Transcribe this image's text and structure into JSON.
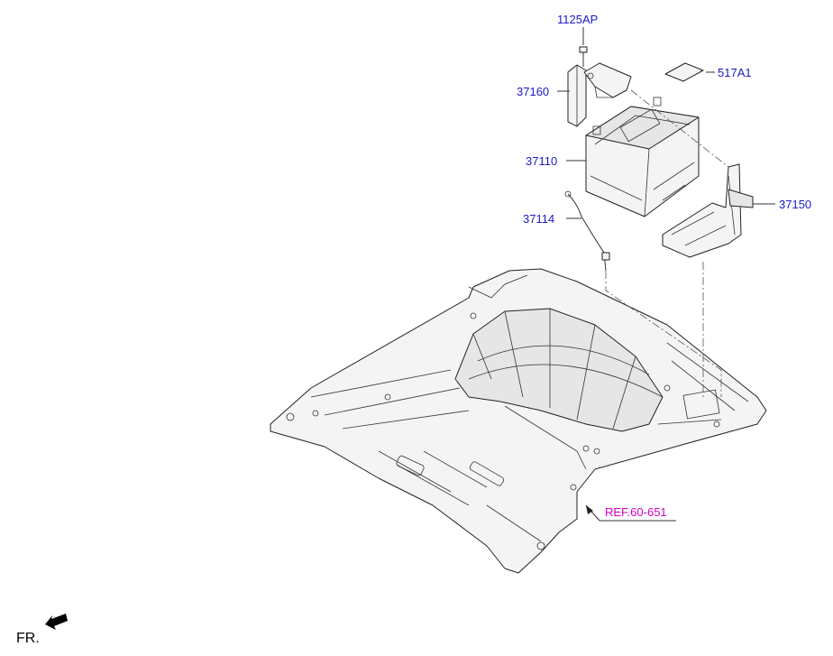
{
  "diagram": {
    "part_labels": {
      "bolt": "1125AP",
      "pad": "517A1",
      "clamp": "37160",
      "battery": "37110",
      "cable": "37114",
      "tray": "37150"
    },
    "reference": "REF.60-651",
    "direction": "FR.",
    "colors": {
      "part_label": "#1a1ac8",
      "reference_label": "#d400c8",
      "line": "#222222"
    }
  }
}
